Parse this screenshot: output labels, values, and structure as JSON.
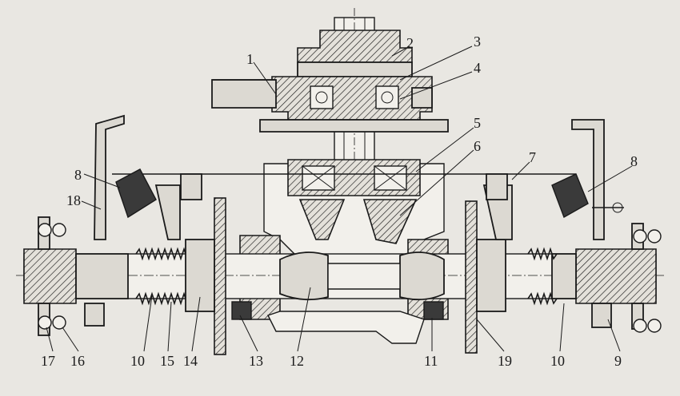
{
  "labels": {
    "l1": "1",
    "l2": "2",
    "l3": "3",
    "l4": "4",
    "l5": "5",
    "l6": "6",
    "l7": "7",
    "l8a": "8",
    "l8b": "8",
    "l9": "9",
    "l10a": "10",
    "l10b": "10",
    "l11": "11",
    "l12": "12",
    "l13": "13",
    "l14": "14",
    "l15": "15",
    "l16": "16",
    "l17": "17",
    "l18": "18",
    "l19": "19"
  }
}
